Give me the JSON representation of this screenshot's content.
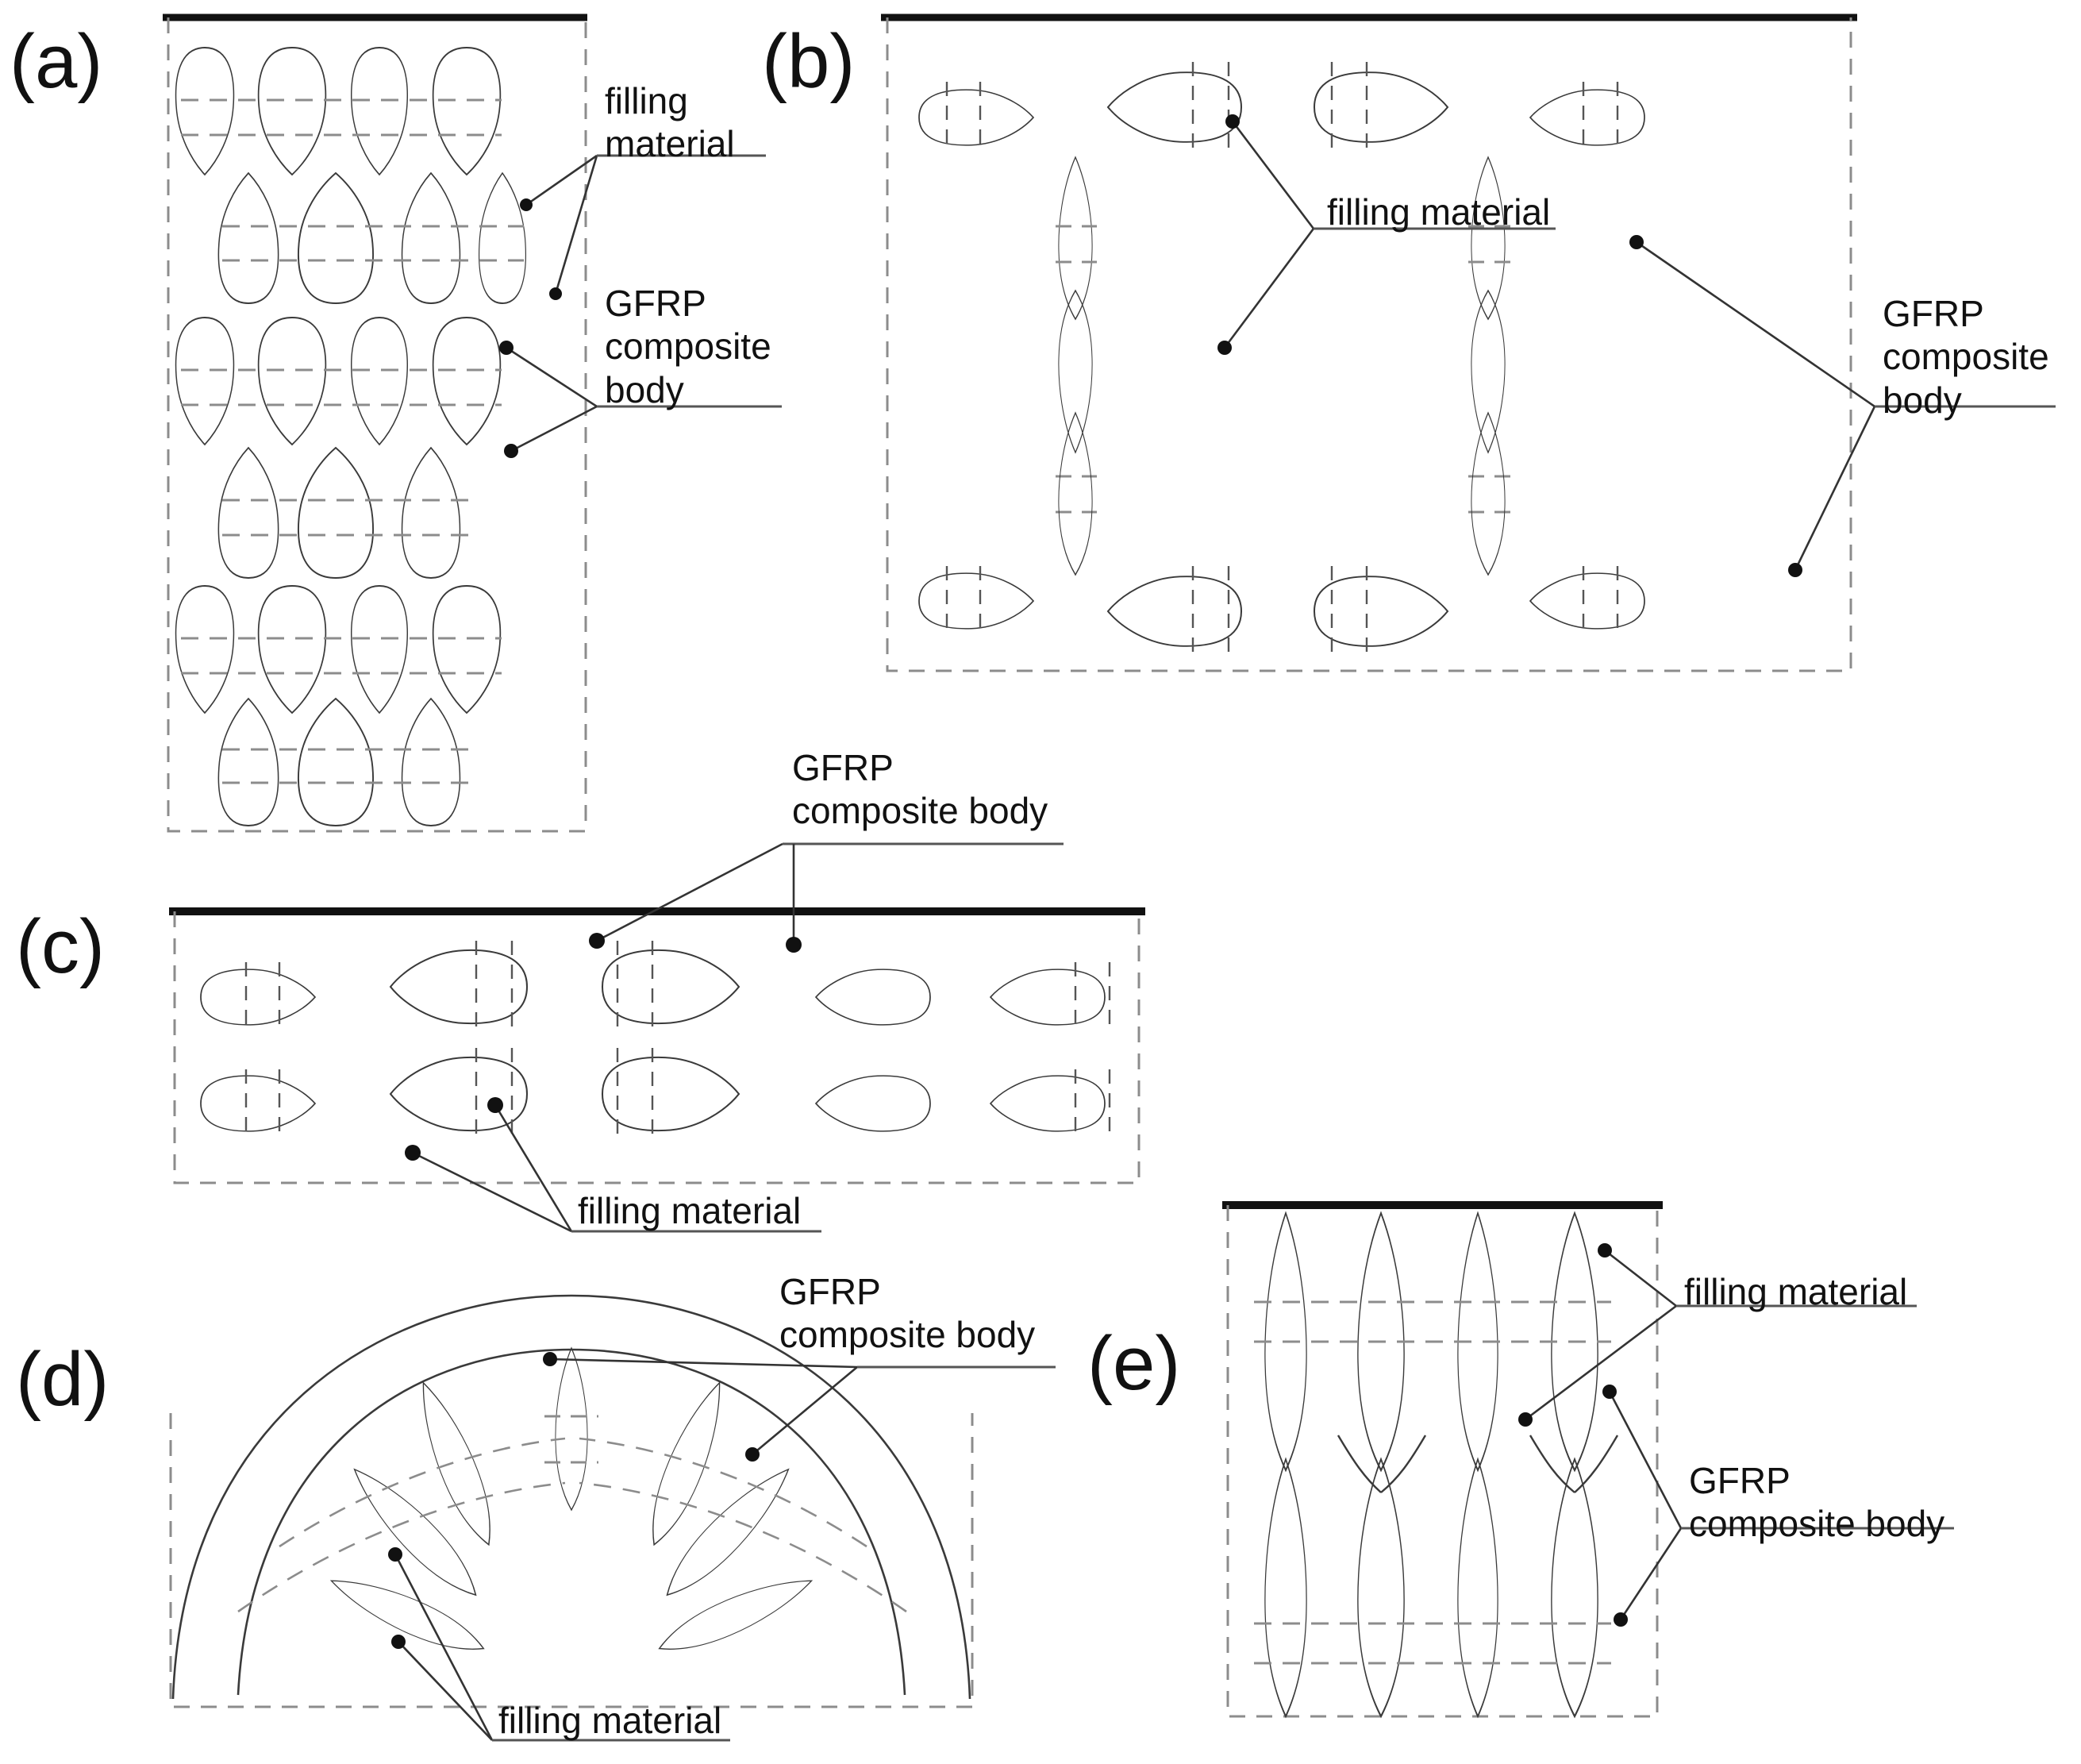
{
  "figure": {
    "title": "GFRP composite body cross-sections with filling material",
    "stroke_color": "#3a3a3a",
    "dash_color": "#8c8c8c",
    "solid_bar_color": "#111111",
    "text_color": "#111111"
  },
  "panels": [
    {
      "id": "a",
      "label": "(a)",
      "arrangement": "vertical teardrops, 4 columns x 4 staggered rows",
      "has_top_solid_bar": true,
      "annotations": [
        {
          "name": "filling-material",
          "text": "filling\nmaterial"
        },
        {
          "name": "gfrp-composite-body",
          "text": "GFRP\ncomposite\nbody"
        }
      ]
    },
    {
      "id": "b",
      "label": "(b)",
      "arrangement": "horizontal teardrop bow-ties top and bottom with two vertical lenses",
      "has_top_solid_bar": true,
      "annotations": [
        {
          "name": "filling-material",
          "text": "filling material"
        },
        {
          "name": "gfrp-composite-body",
          "text": "GFRP\ncomposite\nbody"
        }
      ]
    },
    {
      "id": "c",
      "label": "(c)",
      "arrangement": "two rows of horizontal teardrop bow-ties",
      "has_top_solid_bar": true,
      "annotations": [
        {
          "name": "gfrp-composite-body",
          "text": "GFRP\ncomposite body"
        },
        {
          "name": "filling-material",
          "text": "filling material"
        }
      ]
    },
    {
      "id": "d",
      "label": "(d)",
      "arrangement": "radial fan of petals inside an arch / dome",
      "has_top_solid_bar": false,
      "annotations": [
        {
          "name": "gfrp-composite-body",
          "text": "GFRP\ncomposite body"
        },
        {
          "name": "filling-material",
          "text": "filling material"
        }
      ]
    },
    {
      "id": "e",
      "label": "(e)",
      "arrangement": "vertical lenses, 4 columns x 2 rows",
      "has_top_solid_bar": true,
      "annotations": [
        {
          "name": "filling-material",
          "text": "filling material"
        },
        {
          "name": "gfrp-composite-body",
          "text": "GFRP\ncomposite body"
        }
      ]
    }
  ],
  "labels": {
    "filling_material": "filling material",
    "filling_material_two_line": "filling\nmaterial",
    "gfrp_three_line": "GFRP\ncomposite\nbody",
    "gfrp_two_line": "GFRP\ncomposite body",
    "panel_a": "(a)",
    "panel_b": "(b)",
    "panel_c": "(c)",
    "panel_d": "(d)",
    "panel_e": "(e)"
  }
}
